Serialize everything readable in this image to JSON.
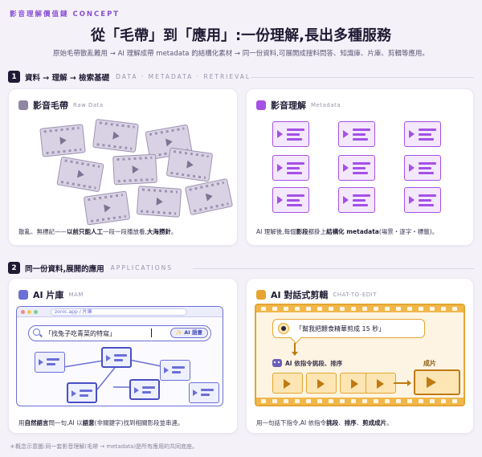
{
  "header": {
    "kicker": "影音理解價值鏈 CONCEPT",
    "title": "從「毛帶」到「應用」:一份理解,長出多種服務",
    "subtitle": "原始毛帶散亂難用 → AI 理解成帶 metadata 的結構化素材 → 同一份資料,可展開成搜料問答、知識庫、片庫、剪輯等應用。"
  },
  "section1": {
    "number": "1",
    "title": "資料 → 理解 → 檢索基礎",
    "tag": "DATA · METADATA · RETRIEVAL"
  },
  "raw_card": {
    "title": "影音毛帶",
    "tag": "Raw Data",
    "caption_a": "散亂、無標記——",
    "caption_b": "以前只能人工",
    "caption_c": "一段一段播放看,",
    "caption_d": "大海撈針",
    "caption_e": "。",
    "swatch": "#8f86a3"
  },
  "meta_card": {
    "title": "影音理解",
    "tag": "Metadata",
    "caption_a": "AI 理解後,每個",
    "caption_b": "影段",
    "caption_c": "都掛上",
    "caption_d": "結構化 metadata",
    "caption_e": "(場景・逐字・標籤)。",
    "swatch": "#a550e6"
  },
  "section2": {
    "number": "2",
    "title": "同一份資料,展開的應用",
    "tag": "APPLICATIONS"
  },
  "mam_card": {
    "title": "AI 片庫",
    "tag": "MAM",
    "url": "zonic.app / 片庫",
    "query": "「找兔子吃青菜的特寫」",
    "search_button": "✨ AI 語意",
    "caption_a": "用",
    "caption_b": "自然語言",
    "caption_c": "問一句,AI 以",
    "caption_d": "語意",
    "caption_e": "(非關鍵字)找到相關影段並串連。",
    "swatch": "#6b6fd6"
  },
  "edit_card": {
    "title": "AI 對話式剪輯",
    "tag": "CHAT-TO-EDIT",
    "prompt": "「幫我把餵食精華剪成 15 秒」",
    "ai_action": "AI 依指令挑段、排序",
    "output_label": "成片",
    "caption_a": "用一句話下指令,AI 依指令",
    "caption_b": "挑段",
    "caption_c": "、",
    "caption_d": "排序",
    "caption_e": "、",
    "caption_f": "剪成成片",
    "caption_g": "。",
    "swatch": "#e5a530"
  },
  "footnote": "＊概念示意圖:同一套影音理解(毛帶 → metadata)是所有應用的共同底座。"
}
